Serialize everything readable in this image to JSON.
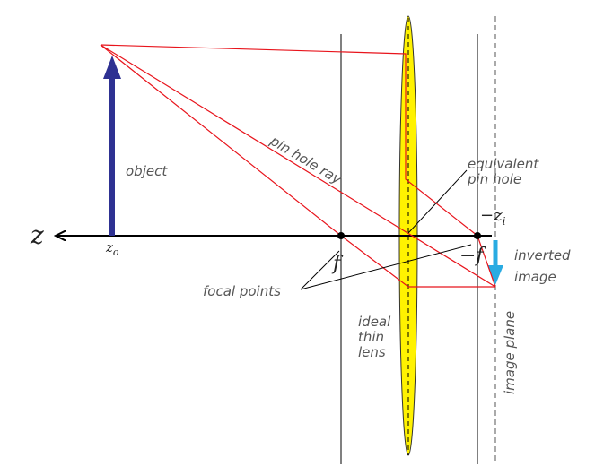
{
  "labels": {
    "object": "object",
    "pin_hole_ray": "pin hole ray",
    "equivalent_line1": "equivalent",
    "equivalent_line2": "pin hole",
    "focal_points": "focal points",
    "inverted_line1": "inverted",
    "inverted_line2": "image",
    "ideal_line1": "ideal",
    "ideal_line2": "thin",
    "ideal_line3": "lens",
    "image_plane": "image plane",
    "axis_z": "z",
    "z_o": "z",
    "z_o_sub": "o",
    "f_left": "f",
    "f_right": "−f",
    "z_i": "−z",
    "z_i_sub": "i"
  },
  "colors": {
    "object_arrow": "#2e3192",
    "image_arrow": "#29abe2",
    "ray": "#e8141c",
    "lens_fill": "#fff200",
    "lens_stroke": "#333333",
    "axis": "#000000"
  }
}
